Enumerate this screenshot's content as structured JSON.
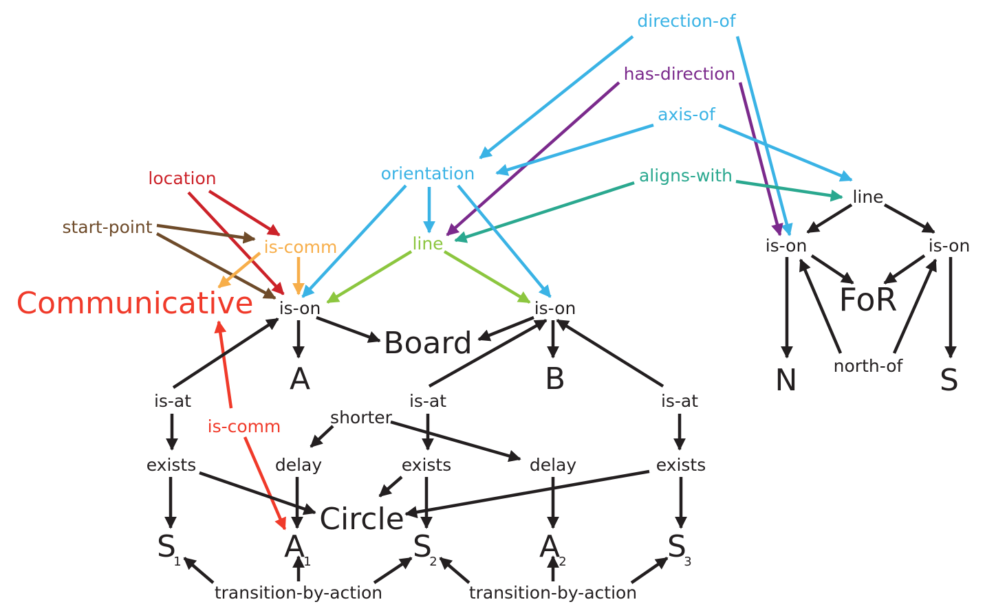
{
  "colors": {
    "black": "#231f20",
    "blue": "#3ab3e5",
    "purple": "#7b2a8c",
    "teal": "#2aa88f",
    "green": "#8cc63f",
    "orange": "#f7ae4a",
    "red": "#cc2229",
    "brown": "#6e4b2a",
    "bright_red": "#f03a2a"
  },
  "labels": {
    "direction_of": "direction-of",
    "has_direction": "has-direction",
    "axis_of": "axis-of",
    "aligns_with": "aligns-with",
    "orientation": "orientation",
    "location": "location",
    "start_point": "start-point",
    "is_comm_top": "is-comm",
    "line_middle": "line",
    "line_right": "line",
    "communicative": "Communicative",
    "is_on_a": "is-on",
    "is_on_b": "is-on",
    "is_on_n": "is-on",
    "is_on_s": "is-on",
    "board": "Board",
    "node_a": "A",
    "node_b": "B",
    "node_n": "N",
    "node_s": "S",
    "frame_of_reference": "FoR",
    "north_of": "north-of",
    "is_at_1": "is-at",
    "is_at_2": "is-at",
    "is_at_3": "is-at",
    "is_comm_bottom": "is-comm",
    "shorter": "shorter",
    "exists_1": "exists",
    "exists_2": "exists",
    "exists_3": "exists",
    "delay_1": "delay",
    "delay_2": "delay",
    "circle": "Circle",
    "state_s": "S",
    "action_a": "A",
    "sub_1": "1",
    "sub_2": "2",
    "sub_3": "3",
    "transition_by_action_1": "transition-by-action",
    "transition_by_action_2": "transition-by-action"
  }
}
